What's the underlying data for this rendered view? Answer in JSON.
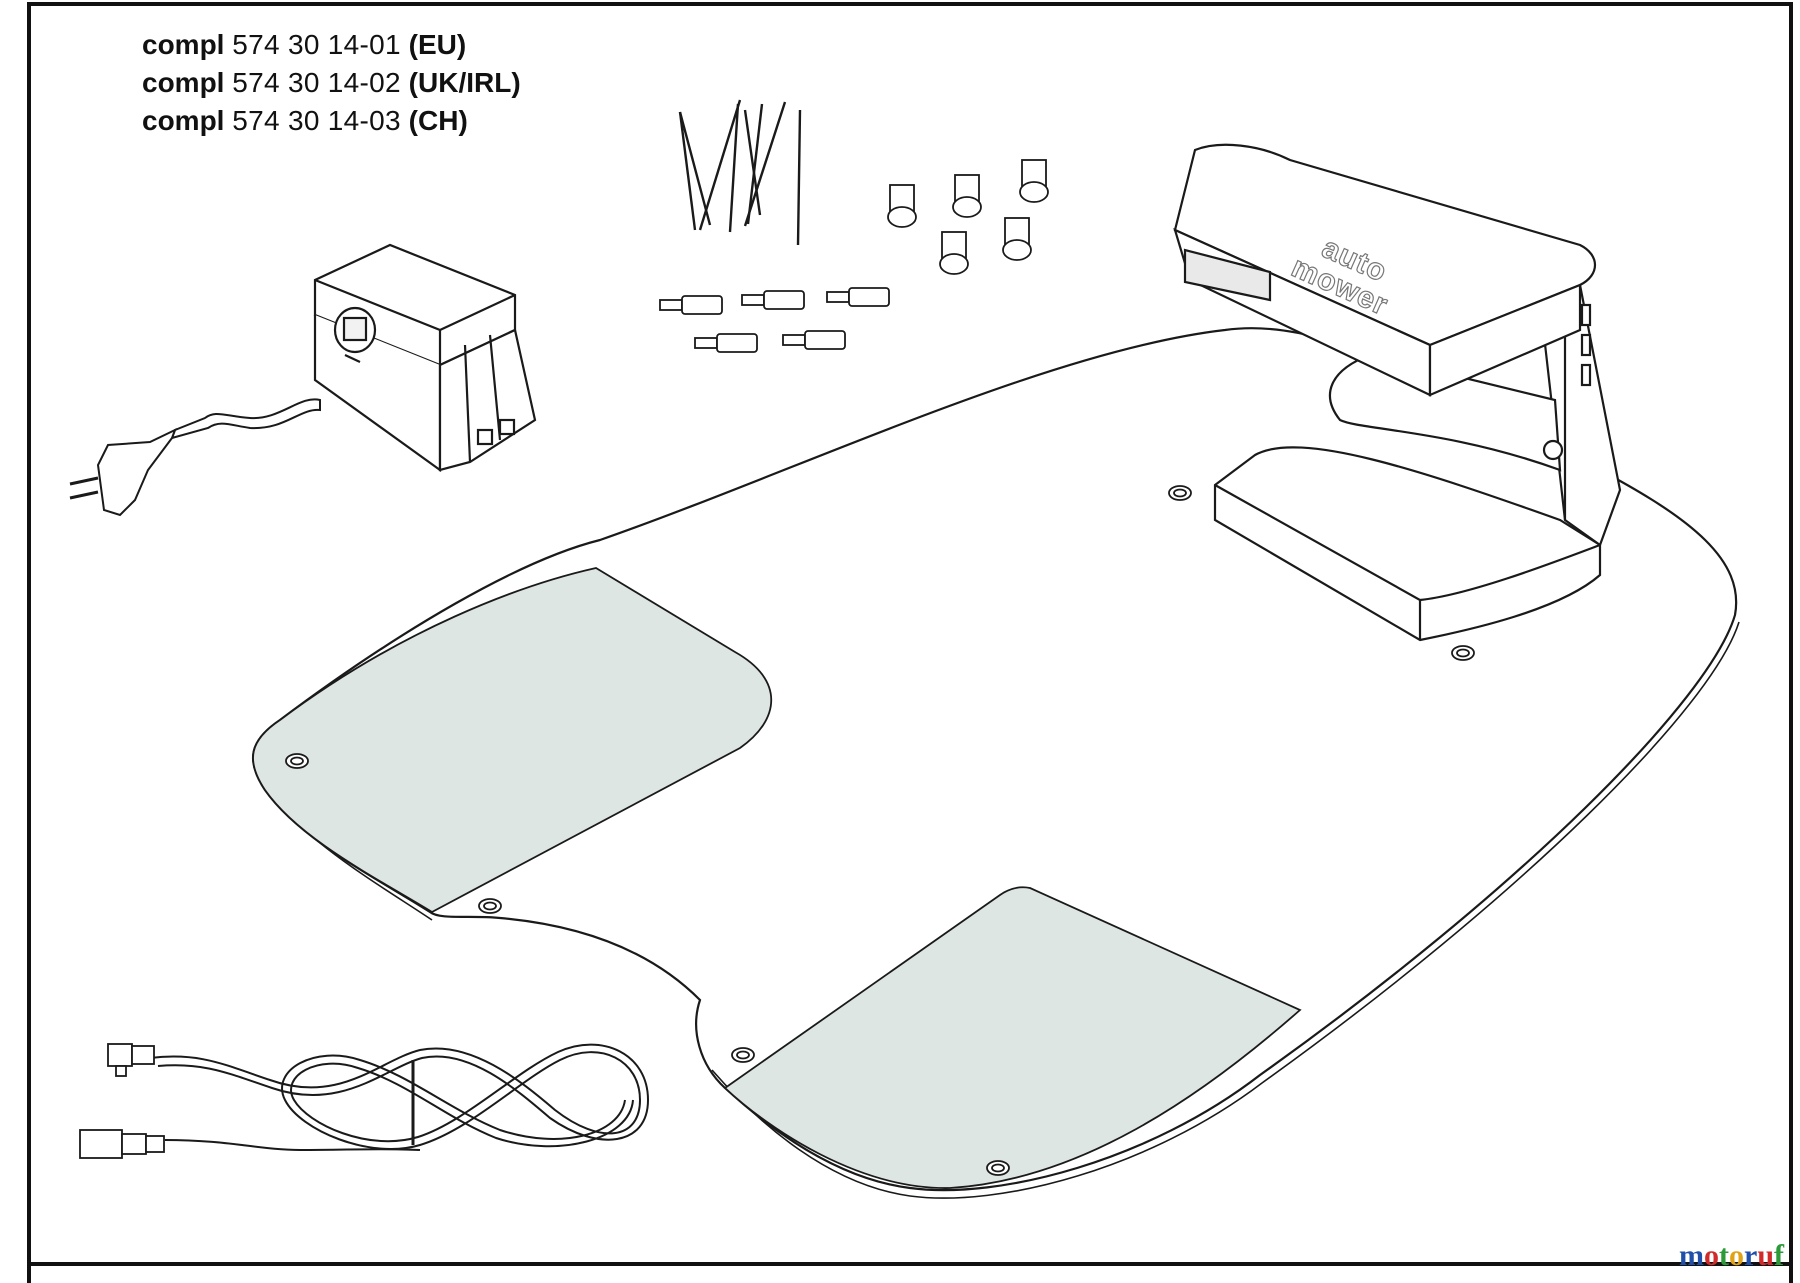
{
  "parts_list": [
    {
      "prefix": "compl",
      "number": "574 30 14-01",
      "variant": "(EU)"
    },
    {
      "prefix": "compl",
      "number": "574 30 14-02",
      "variant": "(UK/IRL)"
    },
    {
      "prefix": "compl",
      "number": "574 30 14-03",
      "variant": "(CH)"
    }
  ],
  "station_logo": {
    "line1": "auto",
    "line2": "mower"
  },
  "watermark": {
    "letters": [
      "m",
      "o",
      "t",
      "o",
      "r",
      "u",
      "f"
    ],
    "colors": [
      "#1f4fa8",
      "#d12a2a",
      "#2d9a3a",
      "#e0a317",
      "#1f4fa8",
      "#d12a2a",
      "#2d9a3a"
    ]
  },
  "colors": {
    "plate_shade": "#dde6e2",
    "line": "#1a1a1a"
  }
}
